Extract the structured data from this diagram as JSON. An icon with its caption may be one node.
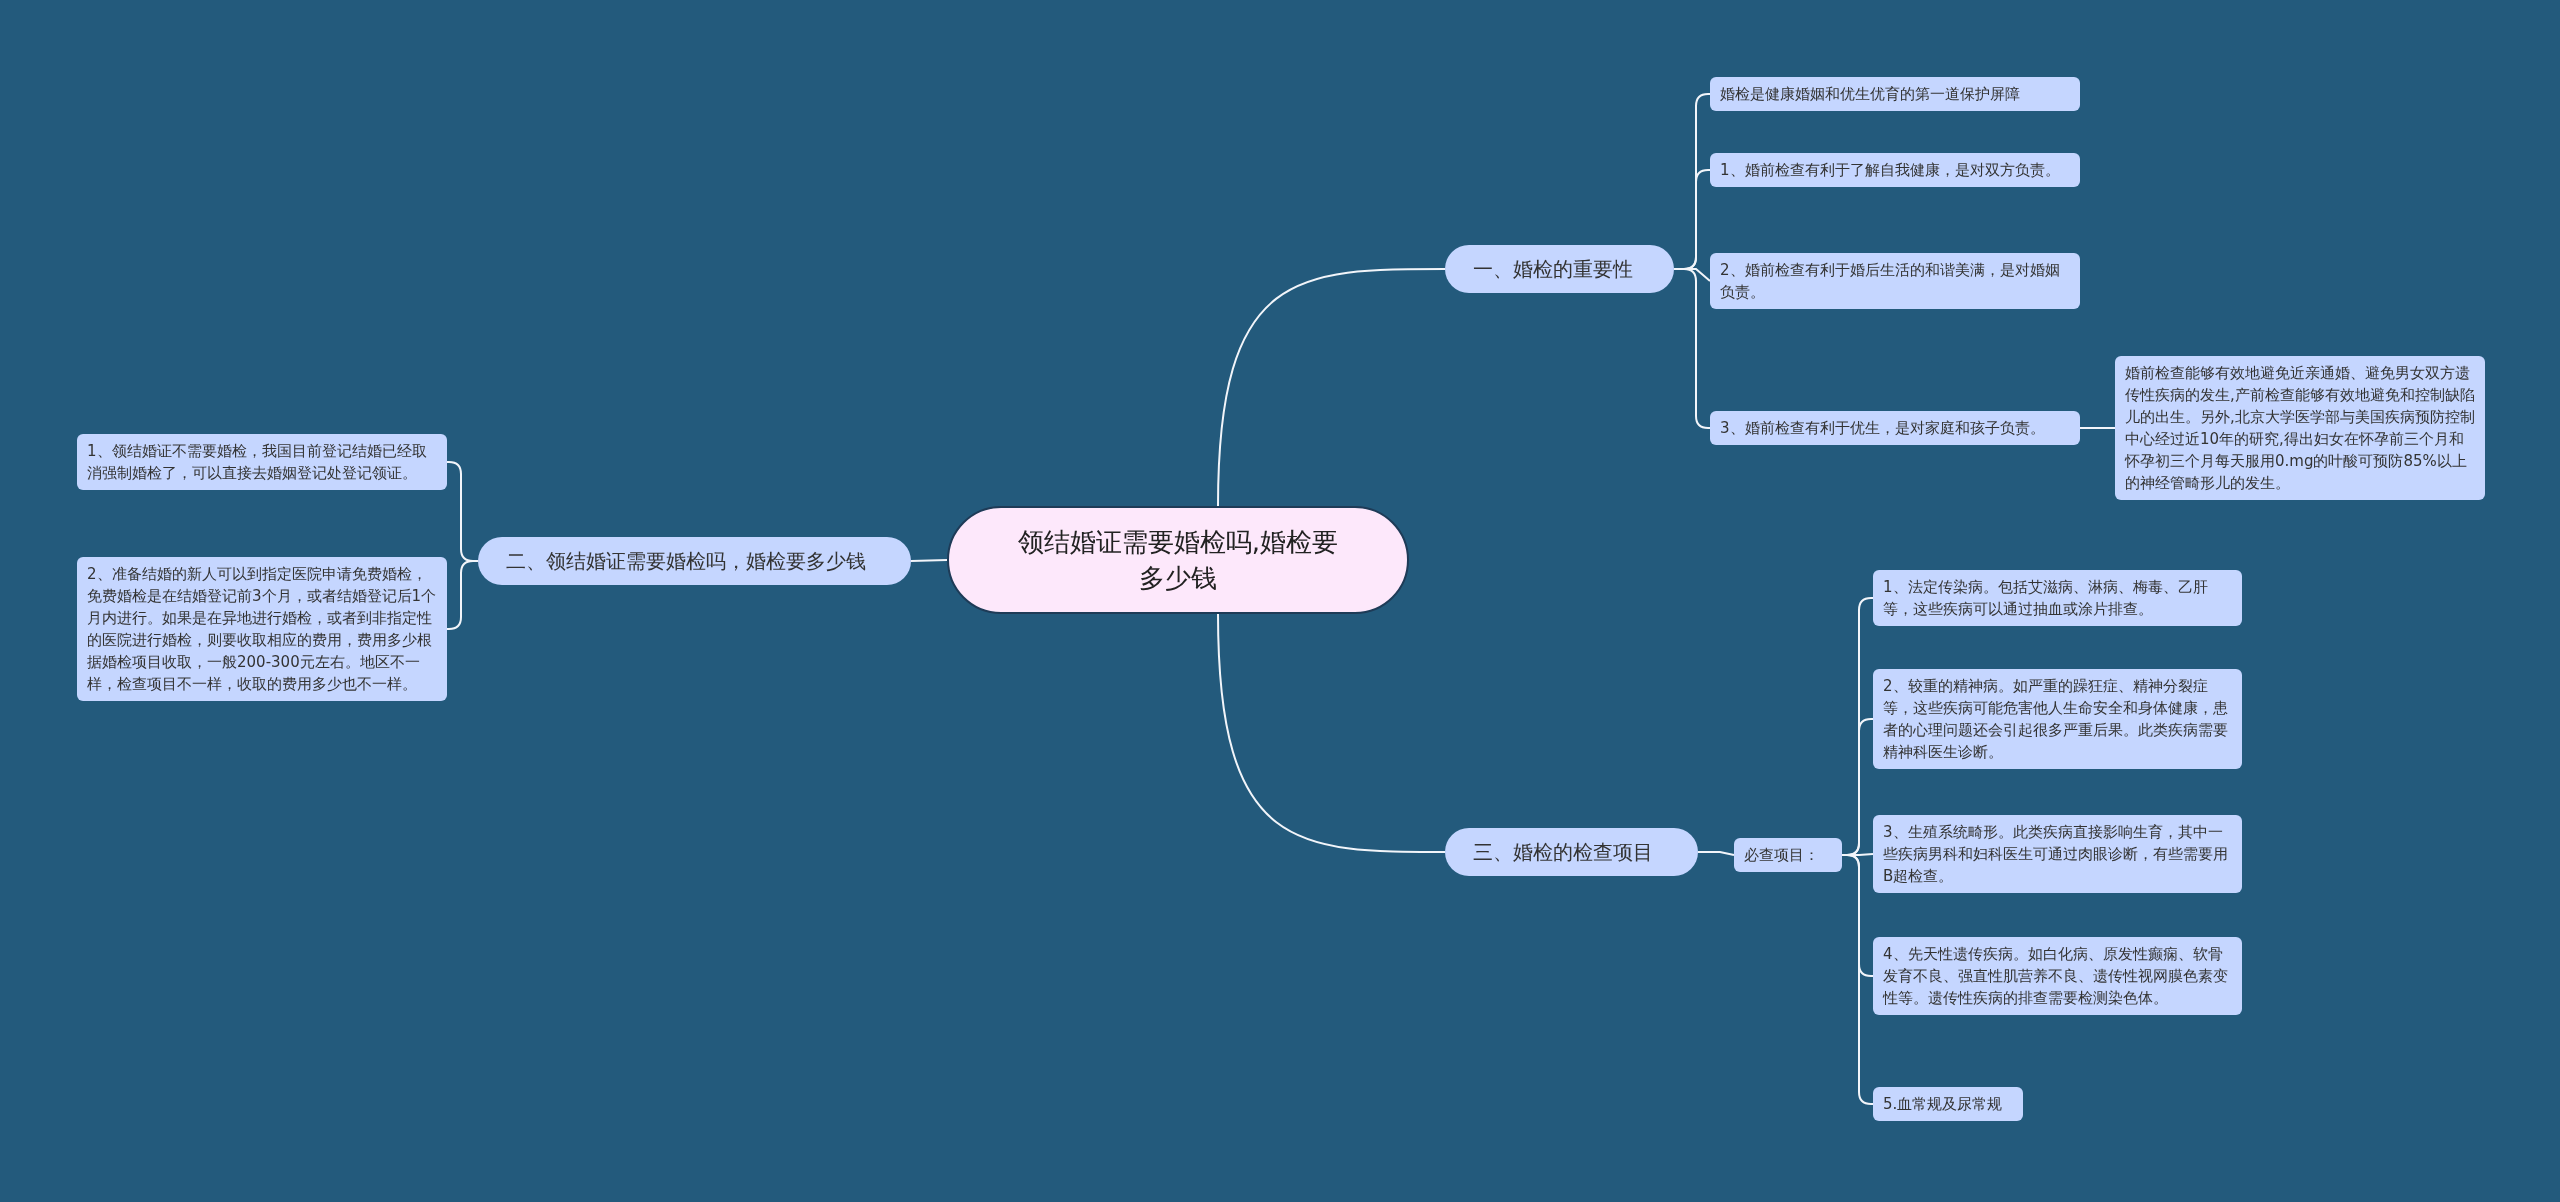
{
  "diagram": {
    "nodes": [
      {
        "text": [
          "领结婚证需要婚检吗,婚检要多少钱"
        ]
      },
      {
        "text": [
          "一、婚检的重要性"
        ]
      },
      {
        "text": [
          "婚检是健康婚姻和优生优育的第一道保护屏障"
        ]
      },
      {
        "text": [
          "1、婚前检查有利于了解自我健康，是对双方负责。"
        ]
      },
      {
        "text": [
          "2、婚前检查有利于婚后生活的和谐美满，是对婚姻负责。"
        ]
      },
      {
        "text": [
          "3、婚前检查有利于优生，是对家庭和孩子负责。"
        ]
      },
      {
        "text": [
          "婚前检查能够有效地避免近亲通婚、避免男女双方遗传性疾病的发生,产前检查能够有效地避免和控制缺陷儿的出生。另外,北京大学医学部与美国疾病预防控制中心经过近10年的研究,得出妇女在怀孕前三个月和怀孕初三个月每天服用0.mg的叶酸可预防85%以上的神经管畸形儿的发生。"
        ]
      },
      {
        "text": [
          "二、领结婚证需要婚检吗，婚检要多少钱"
        ]
      },
      {
        "text": [
          "1、领结婚证不需要婚检，我国目前登记结婚已经取消强制婚检了，可以直接去婚姻登记处登记领证。"
        ]
      },
      {
        "text": [
          "2、准备结婚的新人可以到指定医院申请免费婚检，免费婚检是在结婚登记前3个月，或者结婚登记后1个月内进行。如果是在异地进行婚检，或者到非指定性的医院进行婚检，则要收取相应的费用，费用多少根据婚检项目收取，一般200-300元左右。地区不一样，检查项目不一样，收取的费用多少也不一样。"
        ]
      },
      {
        "text": [
          "三、婚检的检查项目"
        ]
      },
      {
        "text": [
          "必查项目："
        ]
      },
      {
        "text": [
          "1、法定传染病。包括艾滋病、淋病、梅毒、乙肝等，这些疾病可以通过抽血或涂片排查。"
        ]
      },
      {
        "text": [
          "2、较重的精神病。如严重的躁狂症、精神分裂症等，这些疾病可能危害他人生命安全和身体健康，患者的心理问题还会引起很多严重后果。此类疾病需要精神科医生诊断。"
        ]
      },
      {
        "text": [
          "3、生殖系统畸形。此类疾病直接影响生育，其中一些疾病男科和妇科医生可通过肉眼诊断，有些需要用B超检查。"
        ]
      },
      {
        "text": [
          "4、先天性遗传疾病。如白化病、原发性癫痫、软骨发育不良、强直性肌营养不良、遗传性视网膜色素变性等。遗传性疾病的排查需要检测染色体。"
        ]
      },
      {
        "text": [
          "5.血常规及尿常规"
        ]
      }
    ],
    "edges": [
      {
        "from": 0,
        "to": 1,
        "arrow": "none"
      },
      {
        "from": 1,
        "to": 2,
        "arrow": "none"
      },
      {
        "from": 1,
        "to": 3,
        "arrow": "none"
      },
      {
        "from": 1,
        "to": 4,
        "arrow": "none"
      },
      {
        "from": 1,
        "to": 5,
        "arrow": "none"
      },
      {
        "from": 5,
        "to": 6,
        "arrow": "none"
      },
      {
        "from": 0,
        "to": 7,
        "arrow": "none"
      },
      {
        "from": 7,
        "to": 8,
        "arrow": "none"
      },
      {
        "from": 7,
        "to": 9,
        "arrow": "none"
      },
      {
        "from": 0,
        "to": 10,
        "arrow": "none"
      },
      {
        "from": 10,
        "to": 11,
        "arrow": "none"
      },
      {
        "from": 11,
        "to": 12,
        "arrow": "none"
      },
      {
        "from": 11,
        "to": 13,
        "arrow": "none"
      },
      {
        "from": 11,
        "to": 14,
        "arrow": "none"
      },
      {
        "from": 11,
        "to": 15,
        "arrow": "none"
      },
      {
        "from": 11,
        "to": 16,
        "arrow": "none"
      }
    ]
  }
}
